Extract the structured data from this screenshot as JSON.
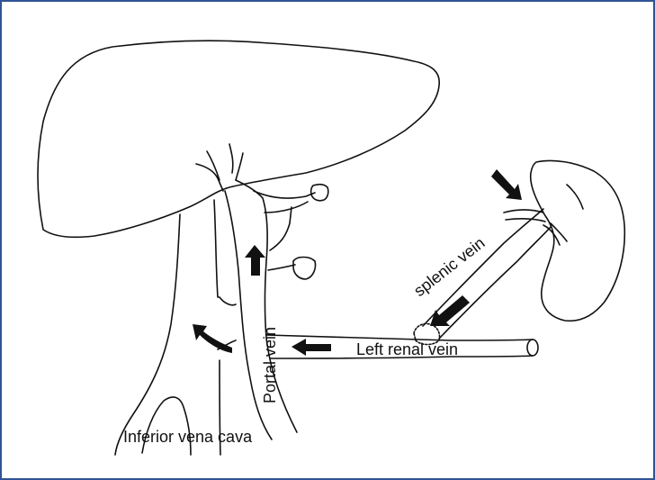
{
  "labels": {
    "splenic_vein": "splenic vein",
    "portal_vein": "Portal vein",
    "left_renal_vein": "Left renal vein",
    "inferior_vena_cava": "Inferior vena cava"
  },
  "colors": {
    "border": "#2F5496",
    "ink": "#111111",
    "background": "#FFFFFF"
  }
}
